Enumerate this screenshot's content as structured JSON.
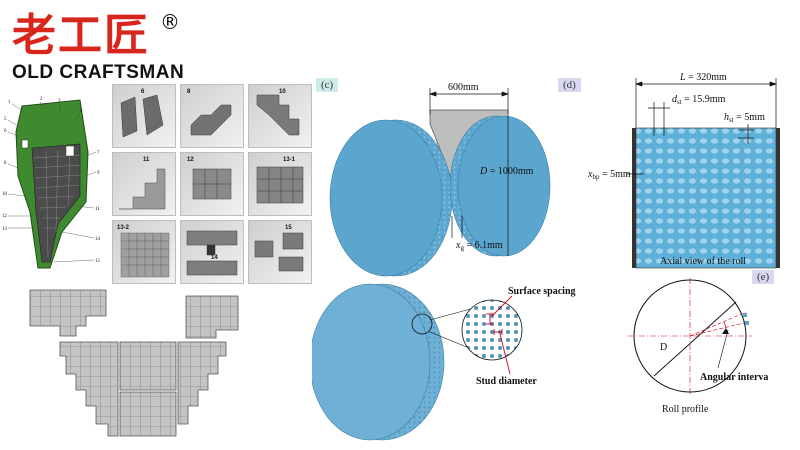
{
  "logo": {
    "cn": "老工匠",
    "registered": "®",
    "en": "OLD CRAFTSMAN"
  },
  "liner": {
    "labels": [
      "1",
      "2",
      "3",
      "4",
      "5",
      "6",
      "7",
      "8",
      "9",
      "10",
      "11",
      "12",
      "13",
      "14",
      "15"
    ]
  },
  "photos": {
    "labels": [
      "6",
      "8",
      "10",
      "11",
      "12",
      "13-1",
      "13-2",
      "14",
      "15"
    ]
  },
  "panel_c": {
    "tag": "(c)",
    "width_label": "600mm",
    "diameter_label": "D = 1000mm",
    "gap_label": "x",
    "gap_sub": "g",
    "gap_value": " = 6.1mm"
  },
  "panel_d": {
    "tag": "(d)",
    "length_label": "L = 320mm",
    "dst_label": "d",
    "dst_sub": "st",
    "dst_value": " = 15.9mm",
    "hst_label": "h",
    "hst_sub": "st",
    "hst_value": " = 5mm",
    "xbp_label": "x",
    "xbp_sub": "bp",
    "xbp_value": " = 5mm",
    "caption": "Axial view of the roll"
  },
  "panel_stud": {
    "surface_spacing": "Surface spacing",
    "stud_diameter": "Stud diameter"
  },
  "panel_e": {
    "tag": "(e)",
    "d_label": "D",
    "angular_interval": "Angular interval",
    "roll_profile": "Roll profile"
  },
  "colors": {
    "logo_red": "#d9261c",
    "roll_blue": "#5ba6cf",
    "liner_green": "#3f8a2e",
    "annotation_red": "#d0021b",
    "tag_cyan": "#cdebe9",
    "tag_lavender": "#d8d8f0"
  }
}
